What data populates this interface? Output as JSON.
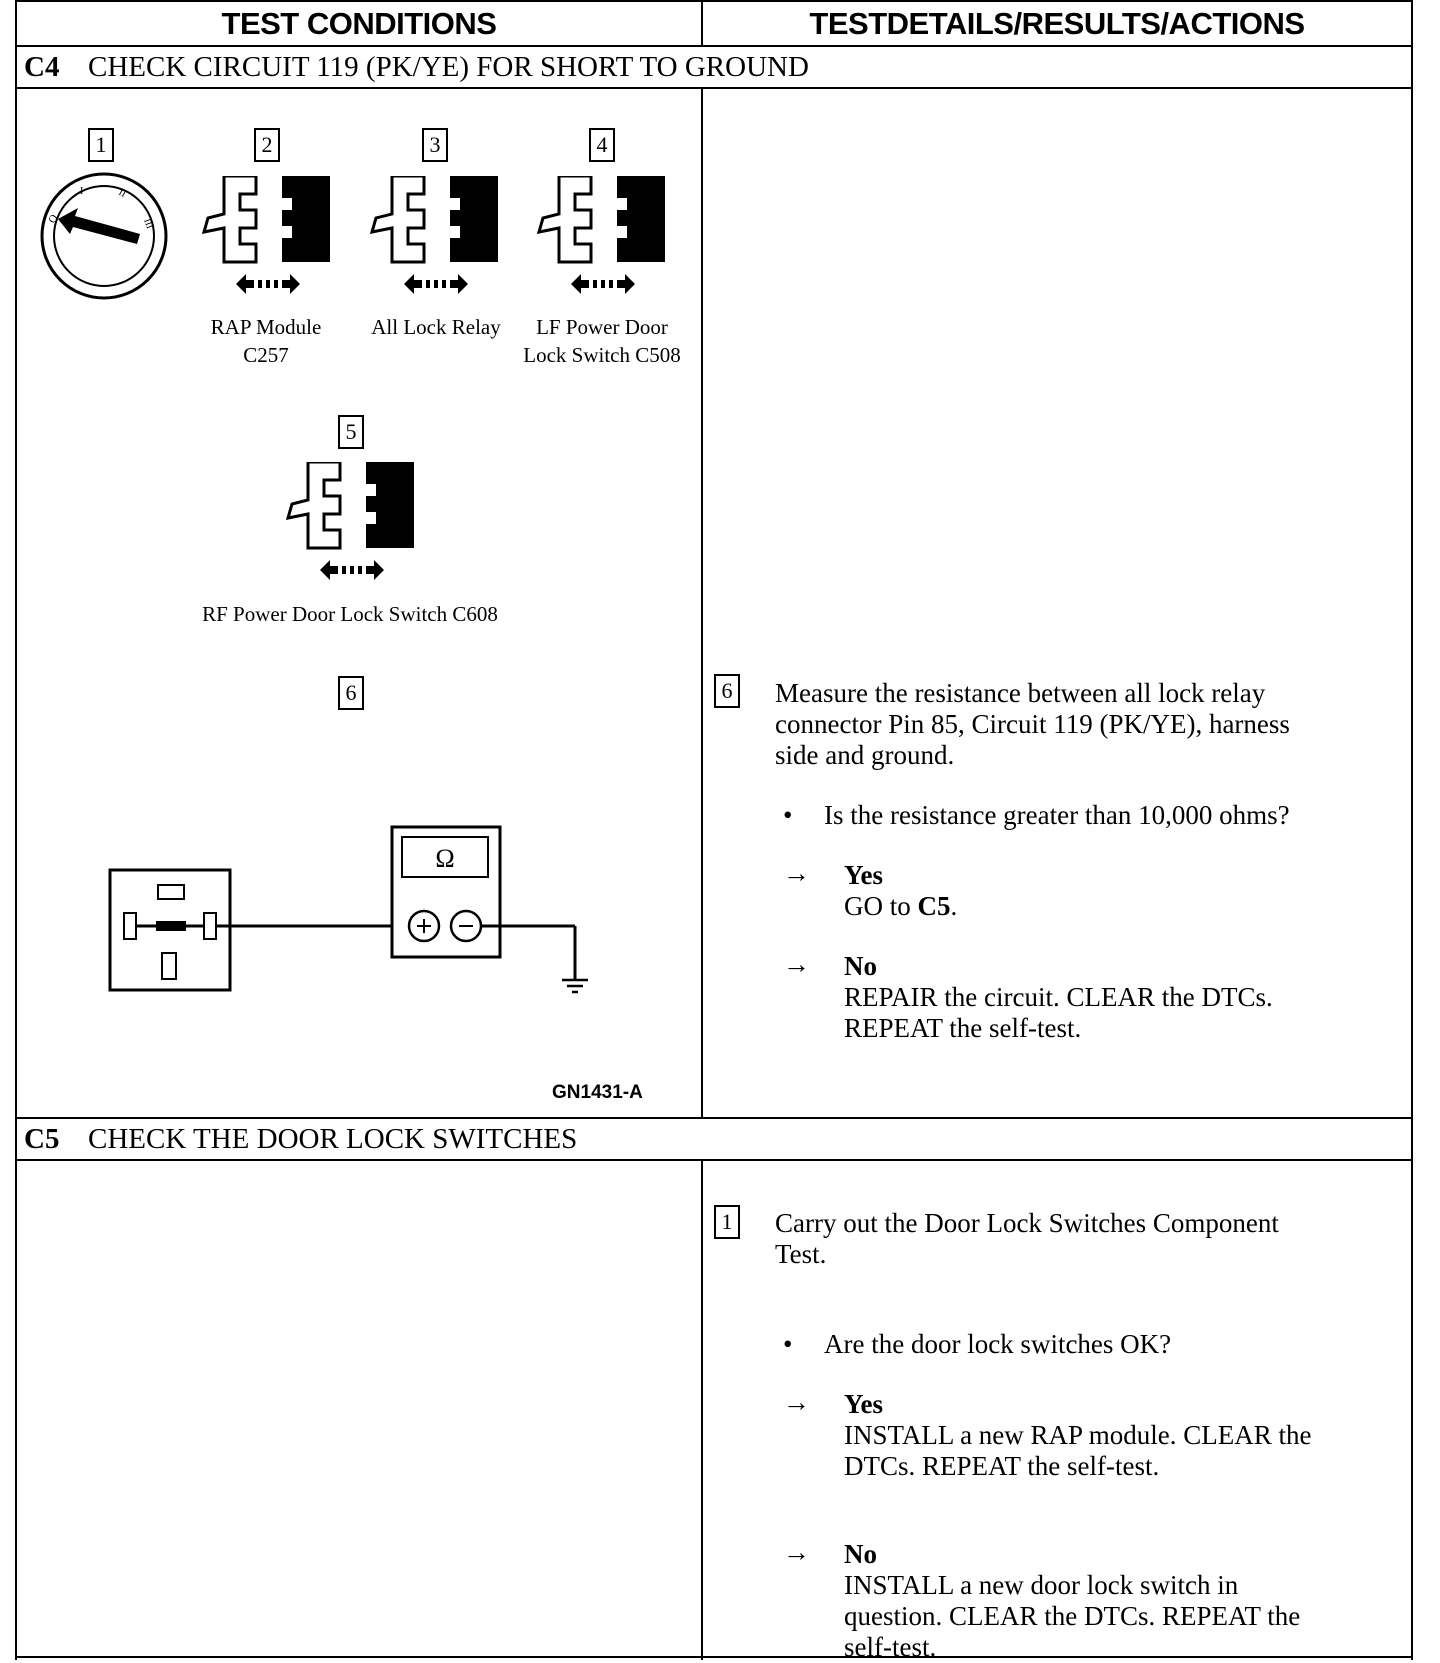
{
  "header": {
    "left": "TEST CONDITIONS",
    "right": "TESTDETAILS/RESULTS/ACTIONS"
  },
  "c4": {
    "code": "C4",
    "title": "CHECK CIRCUIT 119 (PK/YE) FOR SHORT TO GROUND",
    "steps": {
      "s1": "1",
      "s2": "2",
      "s3": "3",
      "s4": "4",
      "s5": "5",
      "s6": "6"
    },
    "captions": {
      "c2_line1": "RAP Module",
      "c2_line2": "C257",
      "c3": "All Lock Relay",
      "c4_line1": "LF Power Door",
      "c4_line2": "Lock Switch C508",
      "c5": "RF Power Door Lock Switch C608"
    },
    "meter_symbol": "Ω",
    "figure_code": "GN1431-A",
    "detail": {
      "step": "6",
      "line1": "Measure the resistance between all lock relay",
      "line2": "connector Pin 85, Circuit 119 (PK/YE), harness",
      "line3": "side and ground.",
      "question": "Is the resistance greater than 10,000 ohms?",
      "bullet": "•",
      "arrow": "→",
      "yes_label": "Yes",
      "yes_text_pre": "GO to ",
      "yes_text_bold": "C5",
      "yes_text_post": ".",
      "no_label": "No",
      "no_line1": "REPAIR the circuit. CLEAR the DTCs.",
      "no_line2": "REPEAT the self-test."
    }
  },
  "c5": {
    "code": "C5",
    "title": "CHECK THE DOOR LOCK SWITCHES",
    "detail": {
      "step": "1",
      "line1": "Carry out the Door Lock Switches Component",
      "line2": "Test.",
      "question": "Are the door lock switches OK?",
      "bullet": "•",
      "arrow": "→",
      "yes_label": "Yes",
      "yes_line1": "INSTALL a new RAP module. CLEAR the",
      "yes_line2": "DTCs. REPEAT the self-test.",
      "no_label": "No",
      "no_line1": "INSTALL a new door lock switch in",
      "no_line2": "question. CLEAR the DTCs. REPEAT the",
      "no_line3": "self-test."
    }
  }
}
